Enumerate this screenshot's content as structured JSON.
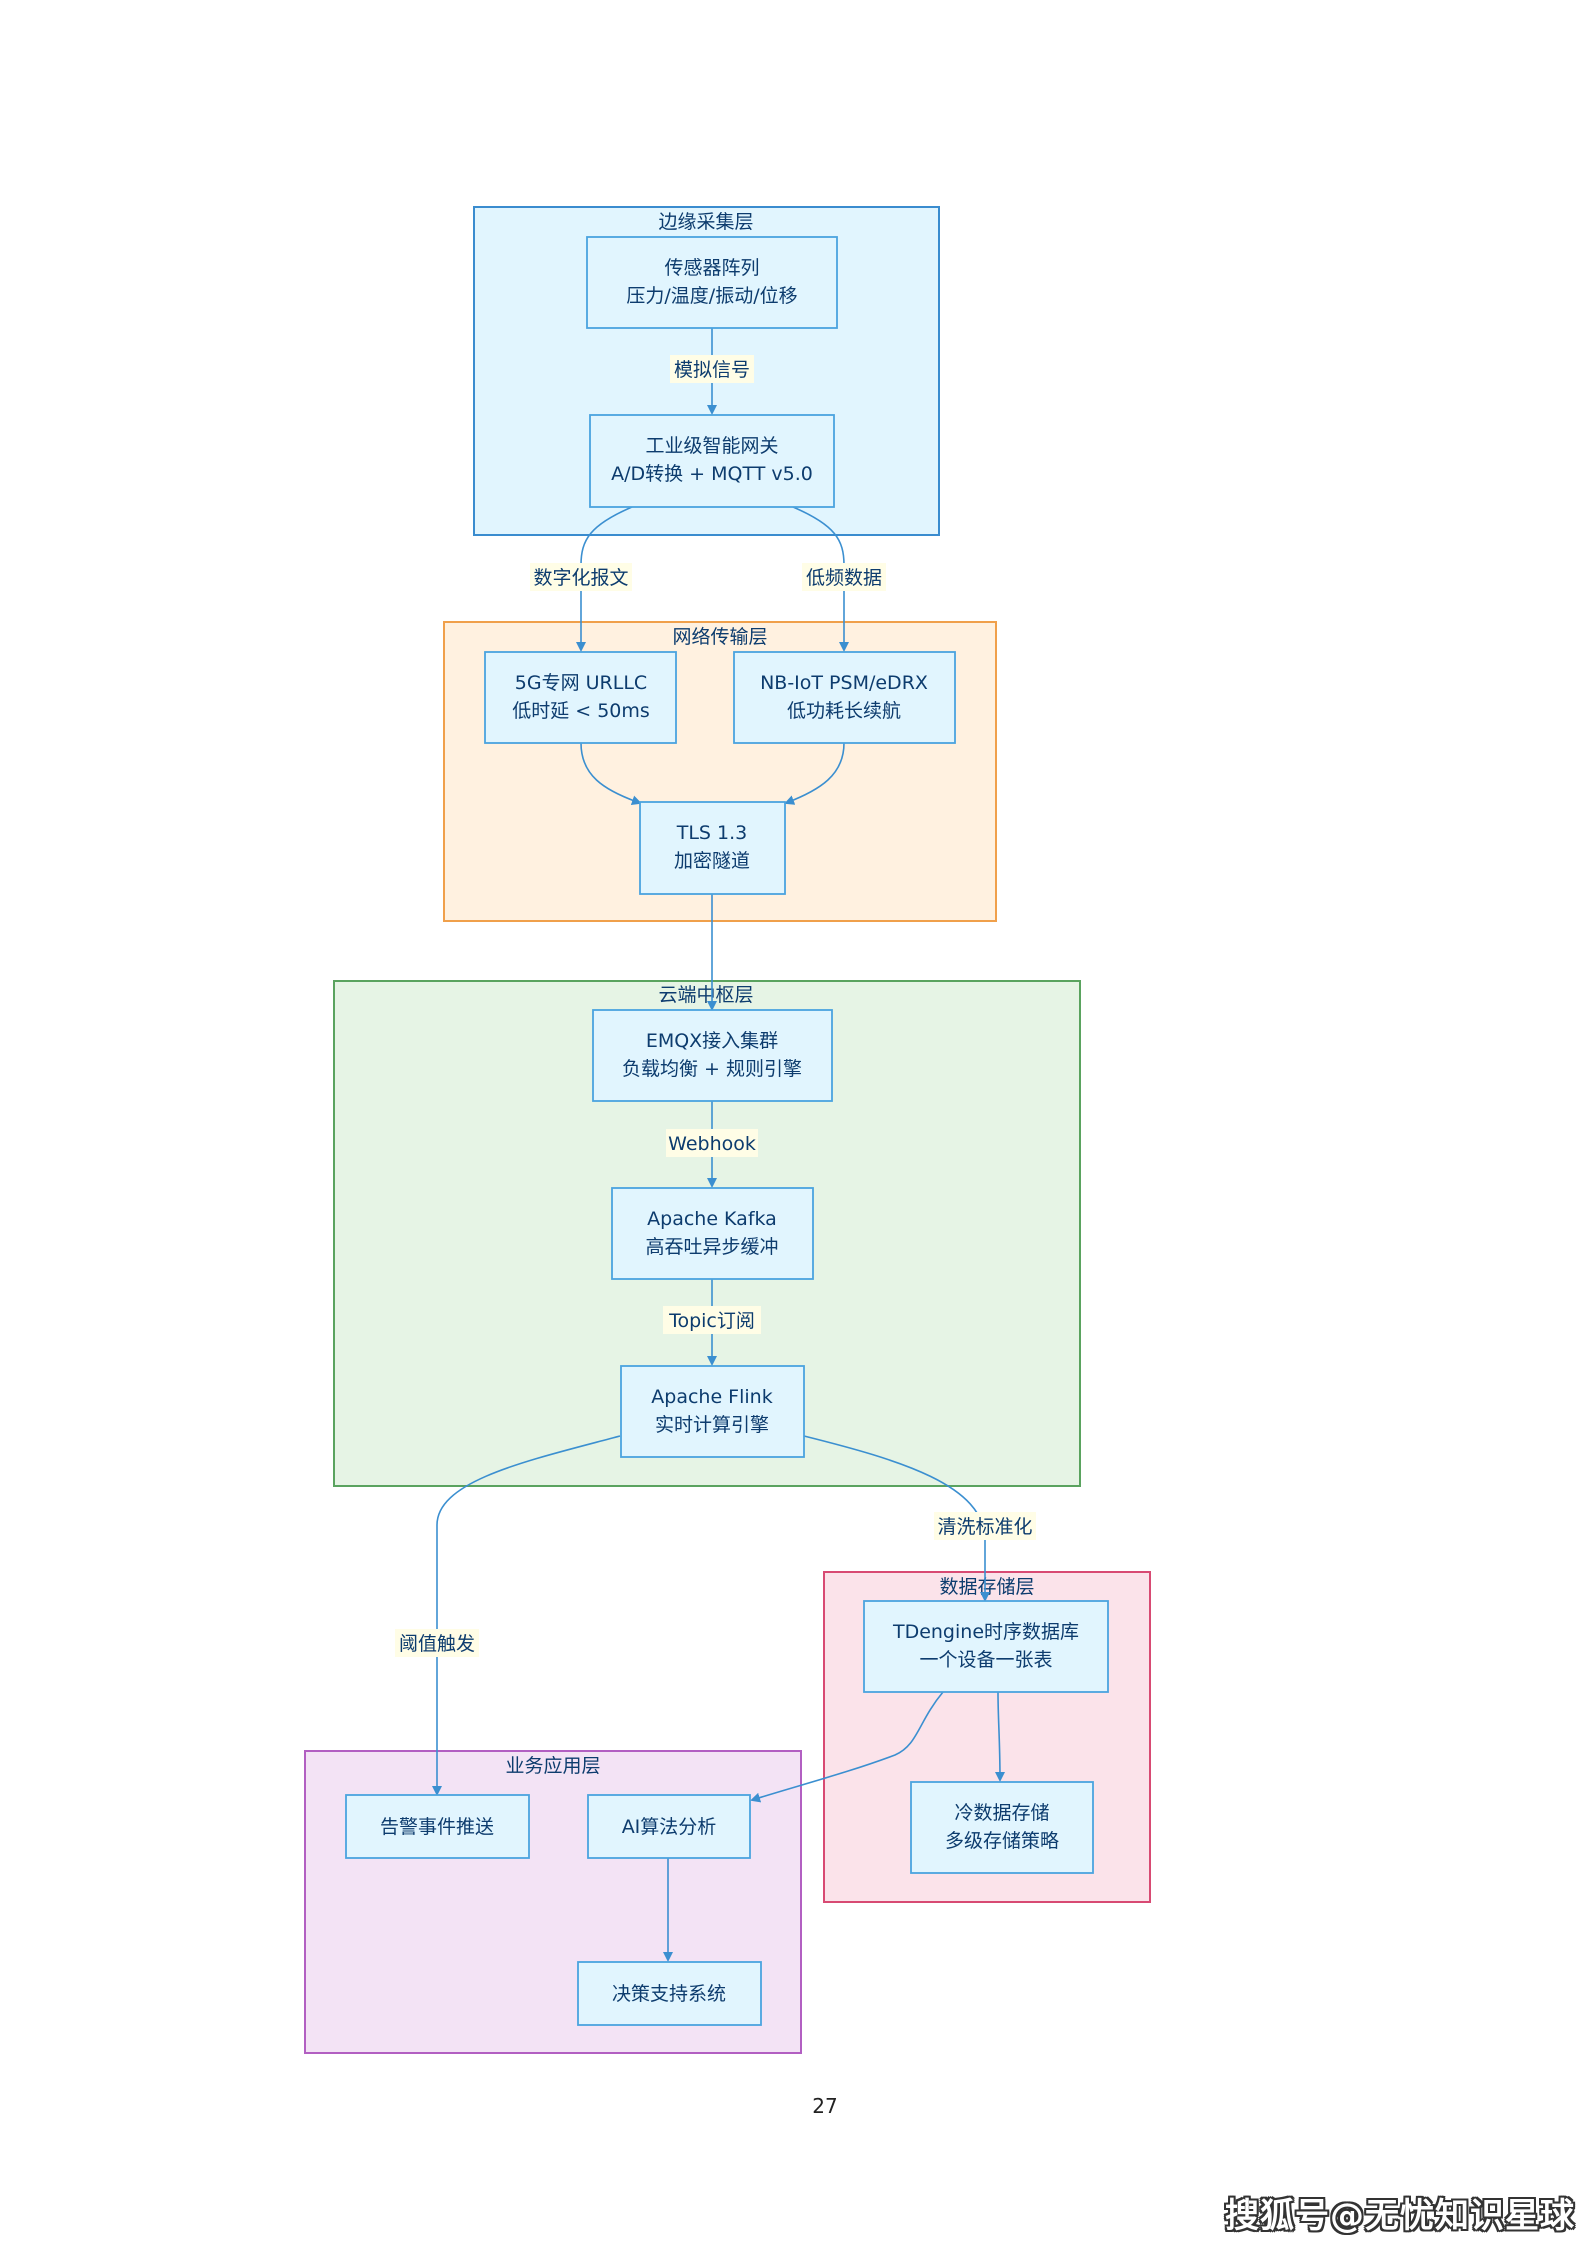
{
  "diagram": {
    "groups": {
      "edge": {
        "label": "边缘采集层",
        "fill": "#e1f5fe",
        "stroke": "#3a8ccf"
      },
      "network": {
        "label": "网络传输层",
        "fill": "#fff1e0",
        "stroke": "#f0a04b"
      },
      "cloud": {
        "label": "云端中枢层",
        "fill": "#e6f4e5",
        "stroke": "#5aa35f"
      },
      "storage": {
        "label": "数据存储层",
        "fill": "#fbe3ea",
        "stroke": "#d84a73"
      },
      "app": {
        "label": "业务应用层",
        "fill": "#f3e3f5",
        "stroke": "#b25fc2"
      }
    },
    "nodes": {
      "sensor": [
        "传感器阵列",
        "压力/温度/振动/位移"
      ],
      "gateway": [
        "工业级智能网关",
        "A/D转换 + MQTT v5.0"
      ],
      "fiveg": [
        "5G专网 URLLC",
        "低时延 < 50ms"
      ],
      "nbiot": [
        "NB-IoT PSM/eDRX",
        "低功耗长续航"
      ],
      "tls": [
        "TLS 1.3",
        "加密隧道"
      ],
      "emqx": [
        "EMQX接入集群",
        "负载均衡 + 规则引擎"
      ],
      "kafka": [
        "Apache Kafka",
        "高吞吐异步缓冲"
      ],
      "flink": [
        "Apache Flink",
        "实时计算引擎"
      ],
      "tdengine": [
        "TDengine时序数据库",
        "一个设备一张表"
      ],
      "cold": [
        "冷数据存储",
        "多级存储策略"
      ],
      "alarm": [
        "告警事件推送"
      ],
      "ai": [
        "AI算法分析"
      ],
      "decision": [
        "决策支持系统"
      ]
    },
    "edge_labels": {
      "sensor_gateway": "模拟信号",
      "gateway_fiveg": "数字化报文",
      "gateway_nbiot": "低频数据",
      "emqx_kafka": "Webhook",
      "kafka_flink": "Topic订阅",
      "flink_tdengine": "清洗标准化",
      "flink_alarm": "阈值触发"
    },
    "colors": {
      "node_fill": "#e1f5fe",
      "node_stroke": "#4aa3df",
      "text": "#0d3c6e",
      "edge": "#3b8fd0",
      "label_bg": "#fffde6"
    }
  },
  "page": {
    "number": "27"
  },
  "watermark": {
    "text": "搜狐号@无忧知识星球"
  }
}
